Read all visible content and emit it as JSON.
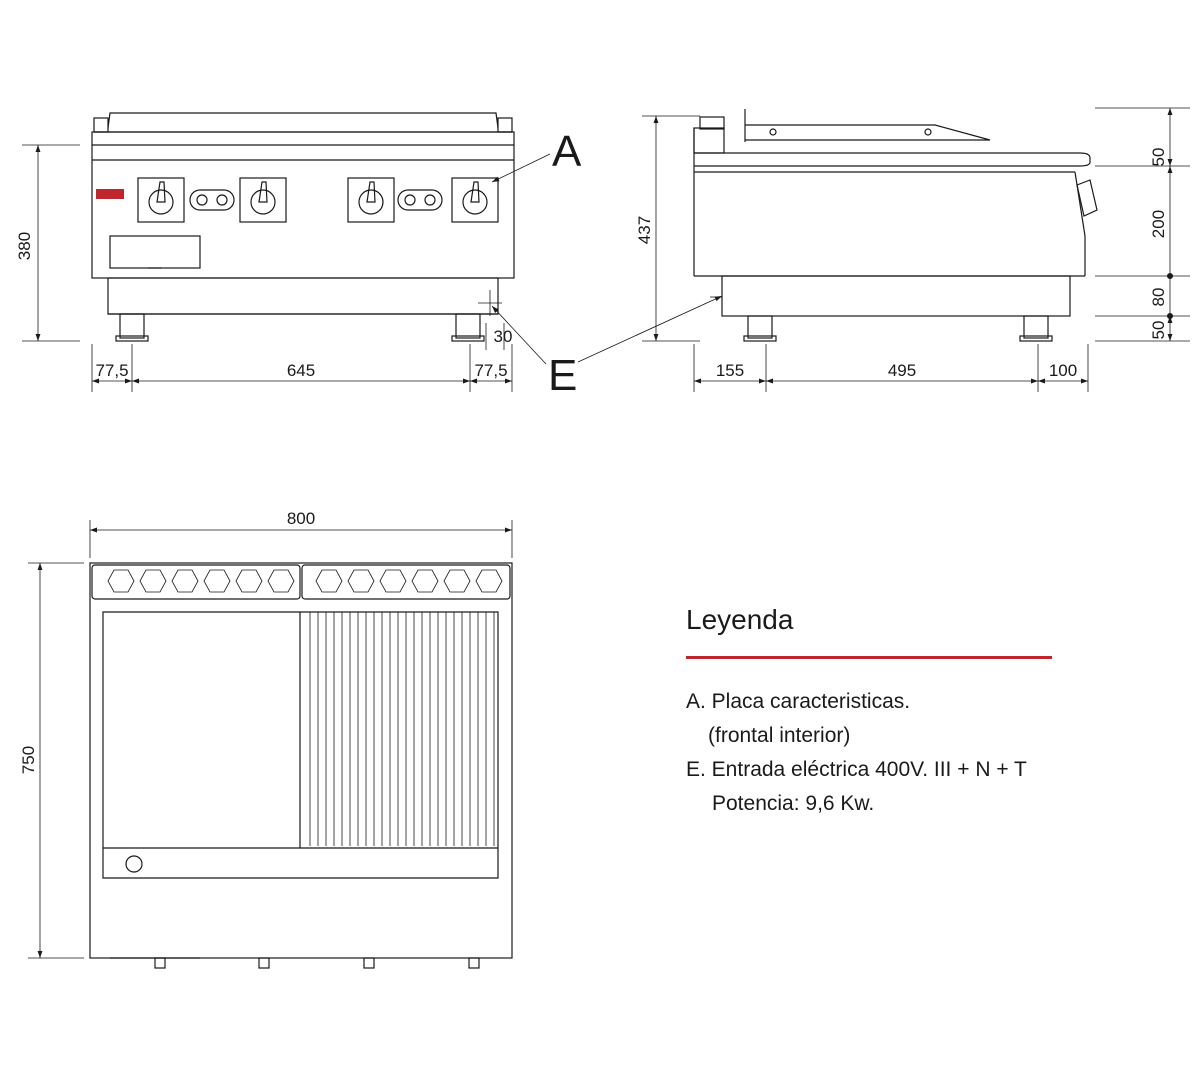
{
  "callouts": {
    "a": "A",
    "e": "E"
  },
  "front_view": {
    "height": "380",
    "widths": [
      "77,5",
      "645",
      "77,5"
    ],
    "cable_offset": "30"
  },
  "side_view": {
    "total_height": "437",
    "widths": [
      "155",
      "495",
      "100"
    ],
    "heights": [
      "50",
      "200",
      "80",
      "50"
    ]
  },
  "top_view": {
    "width": "800",
    "depth": "750"
  },
  "legend": {
    "title": "Leyenda",
    "rule_color": "#c0272d",
    "lines": [
      "A. Placa caracteristicas.",
      "(frontal interior)",
      "E. Entrada eléctrica 400V. III + N + T",
      "Potencia: 9,6 Kw."
    ]
  }
}
